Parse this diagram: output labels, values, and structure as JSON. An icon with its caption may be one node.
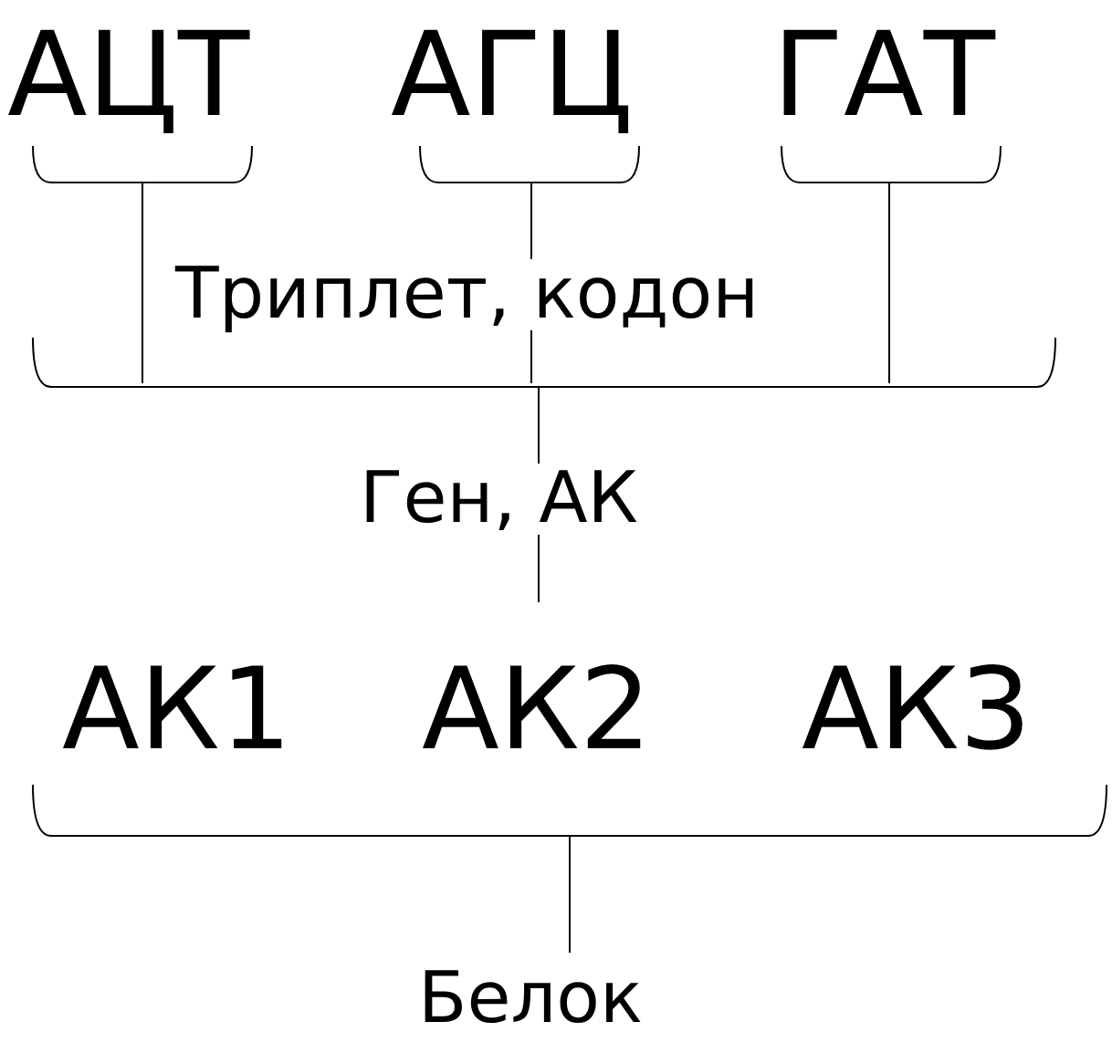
{
  "diagram": {
    "labels": [
      "АЦТ",
      "АГЦ",
      "ГАТ",
      "Триплет, кодон",
      "Ген, АК",
      "АК1",
      "АК2",
      "АК3",
      "Белок"
    ]
  }
}
